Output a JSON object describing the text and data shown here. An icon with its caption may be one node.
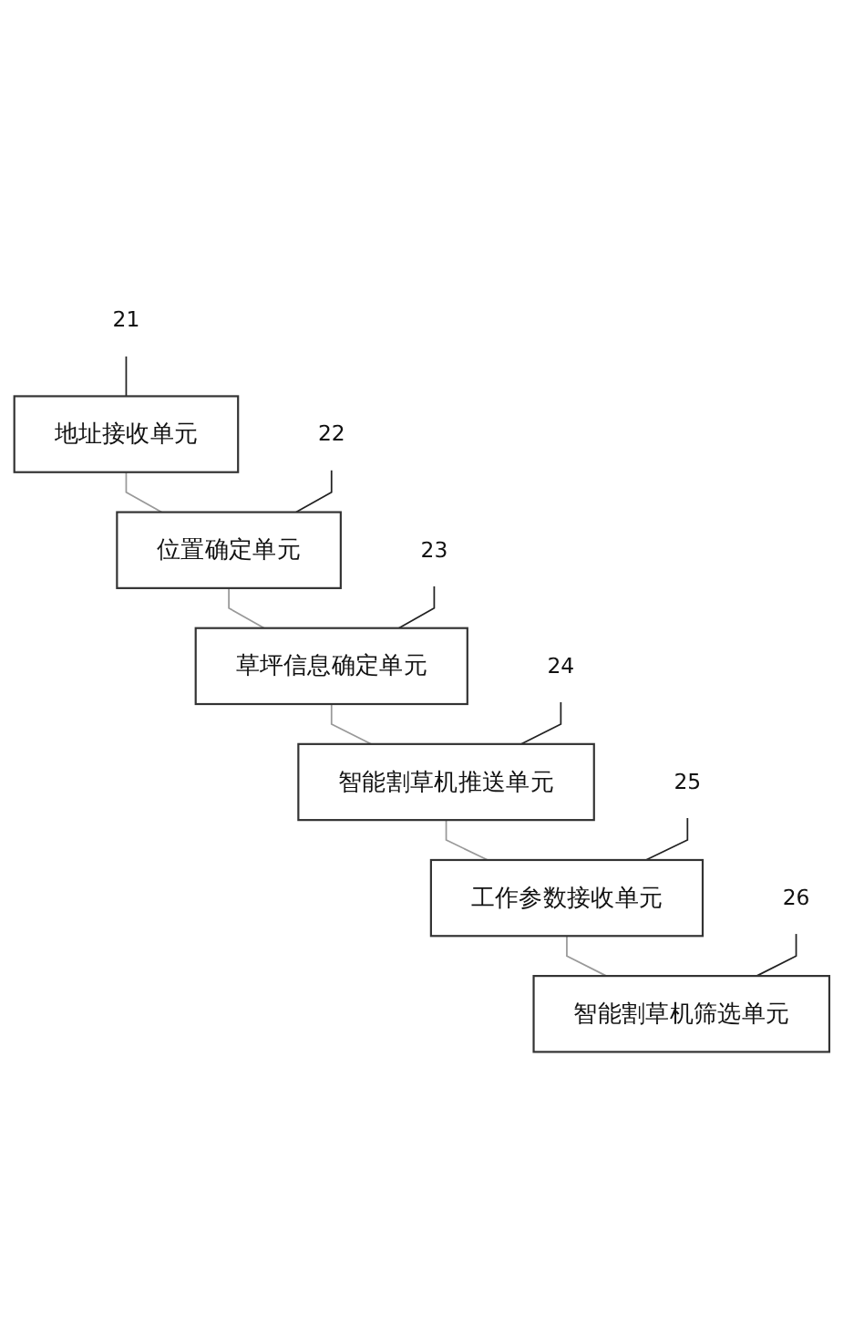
{
  "diagram": {
    "nodes": [
      {
        "text": [
          "地址接收单元"
        ]
      },
      {
        "text": [
          "位置确定单元"
        ]
      },
      {
        "text": [
          "草坪信息确定单元"
        ]
      },
      {
        "text": [
          "智能割草机推送单元"
        ]
      },
      {
        "text": [
          "工作参数接收单元"
        ]
      },
      {
        "text": [
          "智能割草机筛选单元"
        ]
      },
      {
        "text": [
          "21"
        ]
      },
      {
        "text": [
          "22"
        ]
      },
      {
        "text": [
          "23"
        ]
      },
      {
        "text": [
          "24"
        ]
      },
      {
        "text": [
          "25"
        ]
      },
      {
        "text": [
          "26"
        ]
      }
    ],
    "edges": [
      {
        "from": 0,
        "to": 1,
        "arrow": "none",
        "color": "#999999"
      },
      {
        "from": 1,
        "to": 2,
        "arrow": "none",
        "color": "#999999"
      },
      {
        "from": 2,
        "to": 3,
        "arrow": "none",
        "color": "#999999"
      },
      {
        "from": 3,
        "to": 4,
        "arrow": "none",
        "color": "#999999"
      },
      {
        "from": 4,
        "to": 5,
        "arrow": "none",
        "color": "#999999"
      },
      {
        "from": 6,
        "to": 0,
        "arrow": "none"
      },
      {
        "from": 7,
        "to": 1,
        "arrow": "none"
      },
      {
        "from": 8,
        "to": 2,
        "arrow": "none"
      },
      {
        "from": 9,
        "to": 3,
        "arrow": "none"
      },
      {
        "from": 10,
        "to": 4,
        "arrow": "none"
      },
      {
        "from": 11,
        "to": 5,
        "arrow": "none"
      }
    ]
  }
}
